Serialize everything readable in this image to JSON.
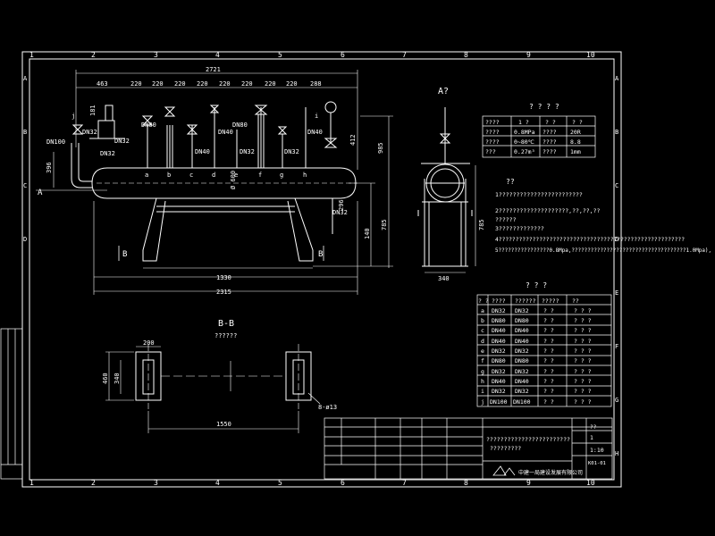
{
  "frame": {
    "top_numbers": [
      "1",
      "2",
      "3",
      "4",
      "5",
      "6",
      "7",
      "8",
      "9",
      "10"
    ],
    "bottom_numbers": [
      "1",
      "2",
      "3",
      "4",
      "5",
      "6",
      "7",
      "8",
      "9",
      "10"
    ],
    "side_letters": [
      "A",
      "B",
      "C",
      "D",
      "E",
      "F",
      "G",
      "H"
    ]
  },
  "front_view": {
    "overall_length": "2721",
    "segments": [
      "463",
      "220",
      "220",
      "220",
      "220",
      "220",
      "220",
      "220",
      "220",
      "288"
    ],
    "nozzle_letters": [
      "a",
      "b",
      "c",
      "d",
      "e",
      "f",
      "g",
      "h"
    ],
    "left_label": "j",
    "right_label": "i",
    "callouts": [
      "DN100",
      "DN32",
      "DN80",
      "DN32",
      "DN40",
      "DN40",
      "DN80",
      "DN32",
      "DN40",
      "DN32",
      "DN32",
      "DN32"
    ],
    "dims_right": [
      "985",
      "412",
      "296",
      "140",
      "785"
    ],
    "dim_left": "396",
    "dim_top_left": "181",
    "dim_shell_center": "Ø 600",
    "saddle_span": "1330",
    "base_length": "2315",
    "section_marks": [
      "A",
      "B",
      "B"
    ]
  },
  "side_view": {
    "title": "A?",
    "dim_base": "340",
    "dim_height": "785"
  },
  "tech_table": {
    "title": "? ? ? ?",
    "rows": [
      [
        "????",
        "1 ?",
        "? ?",
        "? ?"
      ],
      [
        "????",
        "0.8MPa",
        "????",
        "20R"
      ],
      [
        "????",
        "0~80℃",
        "????",
        "8.8"
      ],
      [
        "???",
        "0.27m³",
        "????",
        "1mm"
      ]
    ]
  },
  "notes": {
    "title": "??",
    "lines": [
      "1????????????????????????",
      "2????????????????????,??,??,??",
      "  ??????",
      "3?????????????",
      "4???????????????????????????????????????????????????????",
      "5????????????????0.8Mpa,????????????????????????????????????1.0Mpa),"
    ]
  },
  "nozzle_table": {
    "title": "? ? ?",
    "rows": [
      [
        "? ?",
        "????",
        "??????",
        "?????",
        "??"
      ],
      [
        "a",
        "DN32",
        "DN32",
        "? ?",
        "? ? ?"
      ],
      [
        "b",
        "DN80",
        "DN80",
        "? ?",
        "? ? ?"
      ],
      [
        "c",
        "DN40",
        "DN40",
        "? ?",
        "? ? ?"
      ],
      [
        "d",
        "DN40",
        "DN40",
        "? ?",
        "? ? ?"
      ],
      [
        "e",
        "DN32",
        "DN32",
        "? ?",
        "? ? ?"
      ],
      [
        "f",
        "DN80",
        "DN80",
        "? ?",
        "? ? ?"
      ],
      [
        "g",
        "DN32",
        "DN32",
        "? ?",
        "? ? ?"
      ],
      [
        "h",
        "DN40",
        "DN40",
        "? ?",
        "? ? ?"
      ],
      [
        "i",
        "DN32",
        "DN32",
        "? ?",
        "? ? ?"
      ],
      [
        "j",
        "DN100",
        "DN100",
        "? ?",
        "? ? ?"
      ]
    ]
  },
  "section_bb": {
    "title": "B-B",
    "subtitle": "??????",
    "dim_top": "200",
    "dim_height": "460",
    "dim_inner": "340",
    "dim_span": "1550",
    "bolt_callout": "8-ø13"
  },
  "title_block": {
    "drawing_title_line1": "????????????????????????",
    "drawing_title_line2": "?????????",
    "scale": "1:10",
    "qty": "1",
    "sheet": "??",
    "drawing_no": "K01-01",
    "company": "中建一局建设发展有限公司"
  },
  "colors": {
    "background": "#000000",
    "line": "#ffffff",
    "dim": "#ffffff"
  }
}
